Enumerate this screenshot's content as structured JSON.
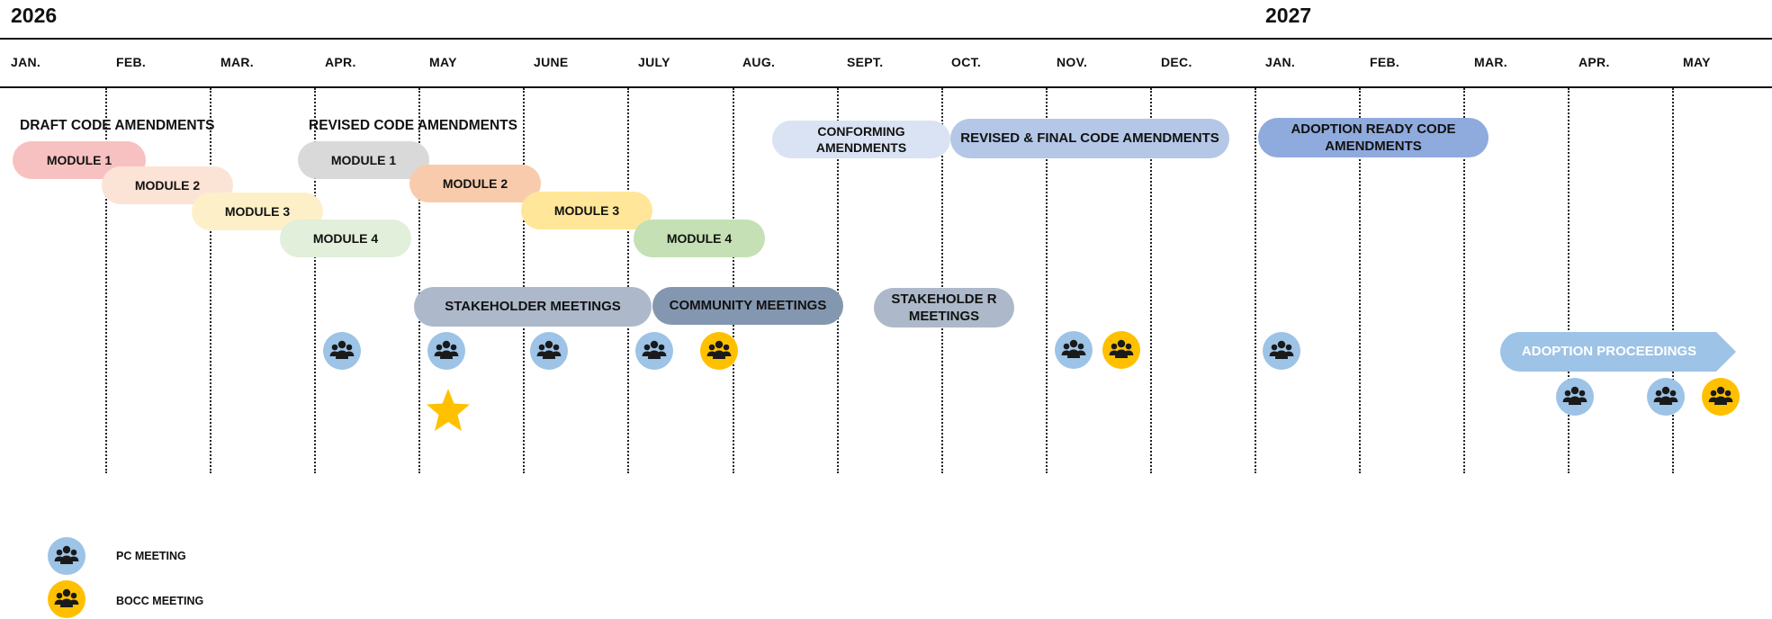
{
  "years": [
    "2026",
    "2027"
  ],
  "months": [
    "JAN.",
    "FEB.",
    "MAR.",
    "APR.",
    "MAY",
    "JUNE",
    "JULY",
    "AUG.",
    "SEPT.",
    "OCT.",
    "NOV.",
    "DEC.",
    "JAN.",
    "FEB.",
    "MAR.",
    "APR.",
    "MAY"
  ],
  "sections": {
    "draft": "DRAFT CODE AMENDMENTS",
    "revised": "REVISED CODE AMENDMENTS"
  },
  "bars": {
    "draft_m1": "MODULE 1",
    "draft_m2": "MODULE 2",
    "draft_m3": "MODULE 3",
    "draft_m4": "MODULE 4",
    "rev_m1": "MODULE 1",
    "rev_m2": "MODULE 2",
    "rev_m3": "MODULE 3",
    "rev_m4": "MODULE 4",
    "conforming": "CONFORMING AMENDMENTS",
    "revised_final": "REVISED & FINAL CODE AMENDMENTS",
    "adoption_ready": "ADOPTION READY CODE AMENDMENTS",
    "stakeholder1": "STAKEHOLDER MEETINGS",
    "community": "COMMUNITY MEETINGS",
    "stakeholder2": "STAKEHOLDE R MEETINGS",
    "adoption_proceedings": "ADOPTION PROCEEDINGS"
  },
  "colors": {
    "m1": "#f8c1c1",
    "m2": "#fbe3d6",
    "m3": "#fdf0c8",
    "m4": "#e2efda",
    "rev_m1": "#d9d9d9",
    "rev_m2": "#f8cbad",
    "rev_m3": "#ffe699",
    "rev_m4": "#c5e0b4",
    "conforming": "#dae3f3",
    "revised_final": "#b4c7e7",
    "adoption_ready": "#8faadc",
    "stakeholder": "#adb9ca",
    "community": "#8497b0",
    "adoption_proceedings": "#9dc3e6",
    "pc": "#9dc3e6",
    "bocc": "#ffc000"
  },
  "legend": {
    "pc": "PC MEETING",
    "bocc": "BOCC MEETING"
  }
}
